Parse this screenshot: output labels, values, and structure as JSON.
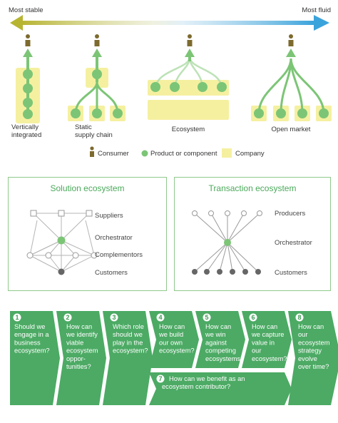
{
  "top": {
    "left_label": "Most stable",
    "right_label": "Most fluid",
    "models": [
      {
        "label": "Vertically\nintegrated"
      },
      {
        "label": "Static\nsupply chain"
      },
      {
        "label": "Ecosystem"
      },
      {
        "label": "Open market"
      }
    ],
    "legend": {
      "consumer": "Consumer",
      "product": "Product or component",
      "company": "Company"
    }
  },
  "solution_box": {
    "title": "Solution ecosystem",
    "roles": [
      "Suppliers",
      "Orchestrator",
      "Complementors",
      "Customers"
    ]
  },
  "transaction_box": {
    "title": "Transaction ecosystem",
    "roles": [
      "Producers",
      "Orchestrator",
      "Customers"
    ]
  },
  "steps": [
    {
      "num": "1",
      "lines": [
        "Should we",
        "engage in a",
        "business",
        "ecosystem?"
      ]
    },
    {
      "num": "2",
      "lines": [
        "How can",
        "we identify",
        "viable",
        "ecosystem",
        "oppor-",
        "tunities?"
      ]
    },
    {
      "num": "3",
      "lines": [
        "Which role",
        "should we",
        "play in the",
        "ecosystem?"
      ]
    },
    {
      "num": "4",
      "lines": [
        "How can",
        "we build",
        "our own",
        "ecosystem?"
      ]
    },
    {
      "num": "5",
      "lines": [
        "How can",
        "we win",
        "against",
        "competing",
        "ecosystems?"
      ]
    },
    {
      "num": "6",
      "lines": [
        "How can",
        "we capture",
        "value in",
        "our",
        "ecosystem?"
      ]
    },
    {
      "num": "8",
      "lines": [
        "How can",
        "our",
        "ecosystem",
        "strategy",
        "evolve",
        "over time?"
      ]
    },
    {
      "num": "7",
      "lines": [
        "How can we benefit as an",
        "ecosystem contributor?"
      ]
    }
  ],
  "colors": {
    "green": "#7cc576",
    "company_yellow": "#f5f0a0",
    "consumer_brown": "#7d6a2e",
    "arrow_left": "#b7b431",
    "arrow_right": "#3ba3db",
    "step_fill": "#4caa64",
    "box_border": "#8fc98a"
  }
}
